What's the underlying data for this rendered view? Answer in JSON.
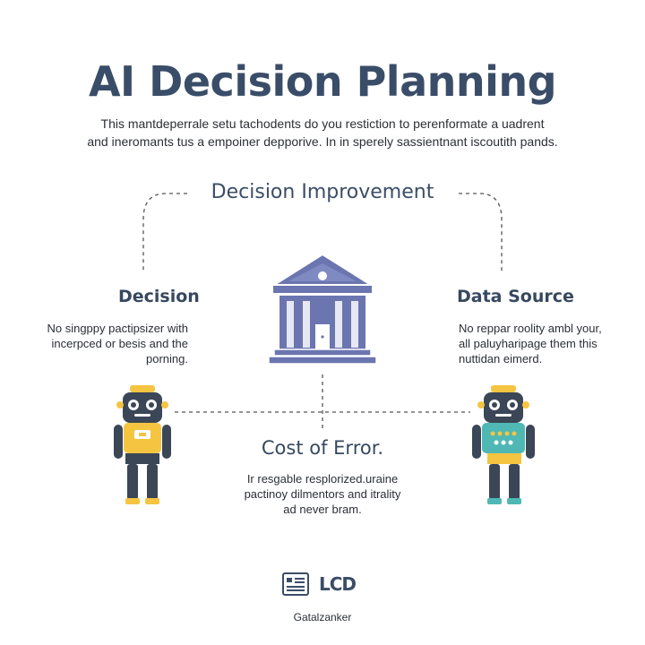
{
  "title": "AI Decision Planning",
  "subtitle": {
    "line1": "This mantdeperrale setu tachodents do you restiction to perenformate a uadrent",
    "line2": "and ineromants tus a empoiner depporive. In in sperely sassientnant iscoutith pands."
  },
  "center_heading": "Decision Improvement",
  "nodes": {
    "left": {
      "title": "Decision",
      "desc": [
        "No singppy pactipsizer with",
        "incerpced or besis and the",
        "porning."
      ]
    },
    "right": {
      "title": "Data Source",
      "desc": [
        "No reppar roolity ambl your,",
        "all paluyharipage them this",
        "nuttidan eimerd."
      ]
    },
    "bottom": {
      "title": "Cost of Error.",
      "desc": [
        "Ir resgable resplorized.uraine",
        "pactinoy dilmentors and itrality",
        "ad never bram."
      ]
    }
  },
  "logo": {
    "text": "LCD",
    "icon": "document-icon"
  },
  "footer": "Gatalzanker",
  "colors": {
    "building": "#6b75b0",
    "robot_left_body": "#f5c542",
    "robot_right_body": "#4fb8b4",
    "robot_dark": "#3b4656",
    "dashed_line": "#555555"
  },
  "icons": [
    "bank-building-icon",
    "robot-yellow-icon",
    "robot-teal-icon",
    "document-icon"
  ]
}
